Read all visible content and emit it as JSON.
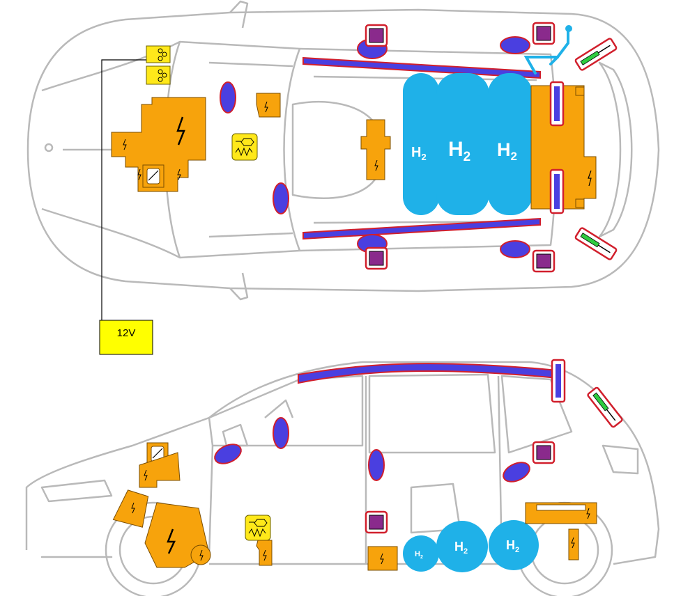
{
  "labels": {
    "voltage": "12V",
    "hydrogen": "H",
    "hydrogen_sub": "2"
  },
  "colors": {
    "car_outline": "#b9b9b9",
    "hv_component": "#f7a30c",
    "low_voltage": "#ffe81a",
    "h2_tank": "#1fb1e8",
    "airbag": "#4a3fe0",
    "airbag_border": "#d11f2c",
    "sensor_fill": "#8a2a8c",
    "sensor_border": "#d11f2c",
    "gas_strut": "#2ecc40"
  },
  "legend_note": "Rescue sheet style diagram: top and side views of vehicle"
}
